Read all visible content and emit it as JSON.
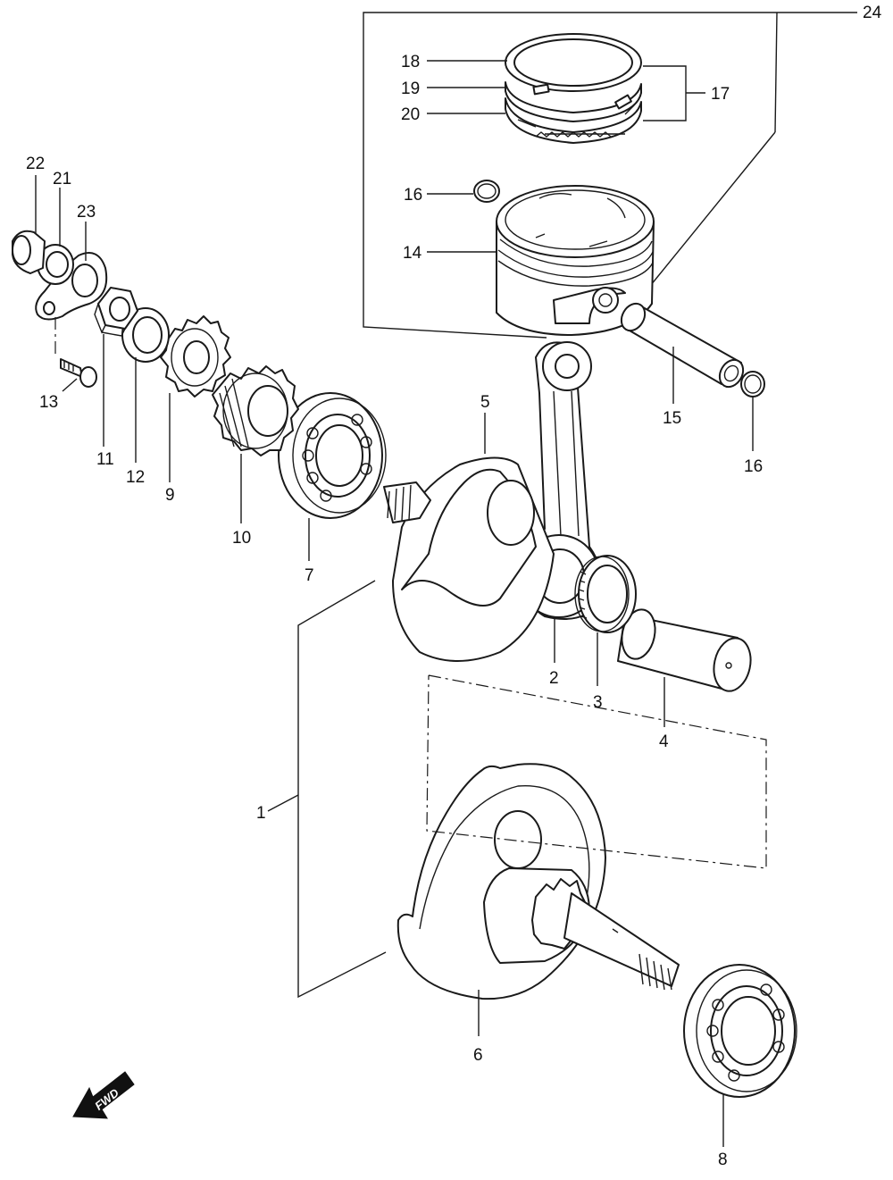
{
  "callouts": {
    "c1": "1",
    "c2": "2",
    "c3": "3",
    "c4": "4",
    "c5": "5",
    "c6": "6",
    "c7": "7",
    "c8": "8",
    "c9": "9",
    "c10": "10",
    "c11": "11",
    "c12": "12",
    "c13": "13",
    "c14": "14",
    "c15": "15",
    "c16a": "16",
    "c16b": "16",
    "c17": "17",
    "c18": "18",
    "c19": "19",
    "c20": "20",
    "c21": "21",
    "c22": "22",
    "c23": "23",
    "c24": "24"
  },
  "direction_badge": "FWD"
}
